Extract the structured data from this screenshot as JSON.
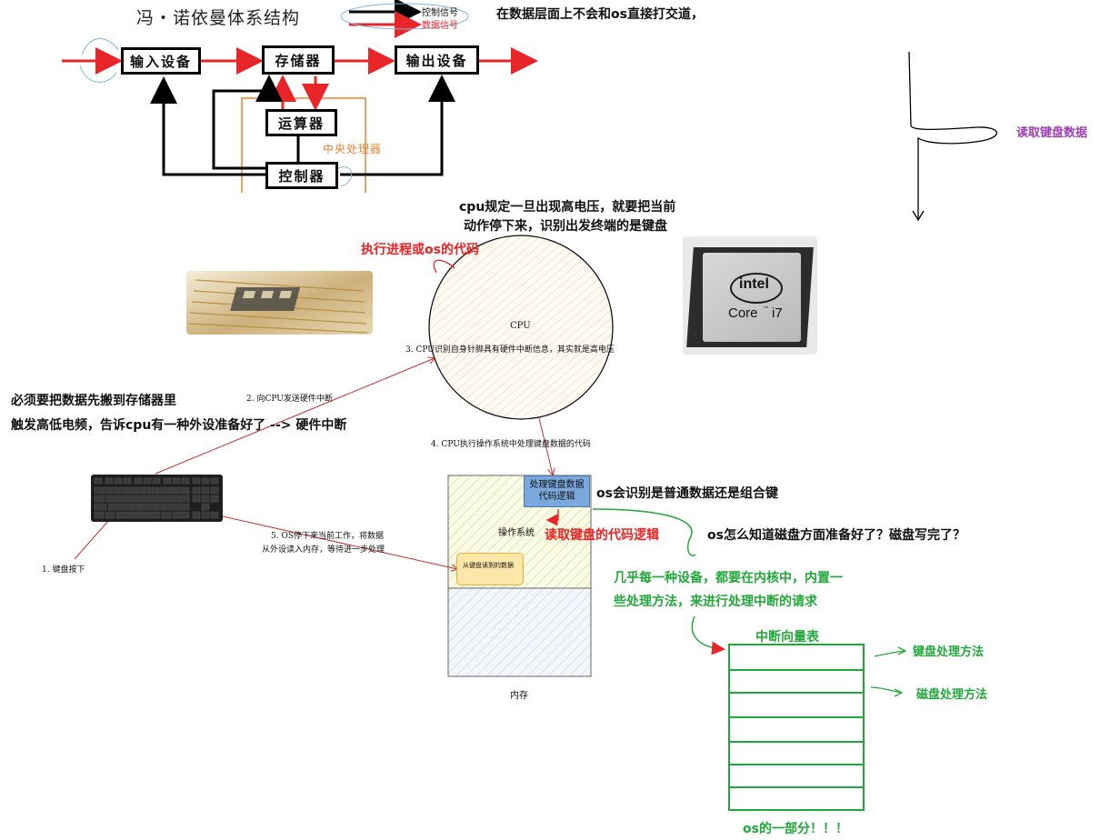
{
  "von_neumann": {
    "title": "冯・诺依曼体系结构",
    "legend_control": "控制信号",
    "legend_data": "数据信号",
    "input_device": "输入设备",
    "storage": "存储器",
    "output_device": "输出设备",
    "alu": "运算器",
    "controller": "控制器",
    "cpu_label": "中央处理器"
  },
  "notes": {
    "os_interaction": "在数据层面上不会和os直接打交道，",
    "read_keyboard": "读取键盘数据",
    "cpu_rule_line1": "cpu规定一旦出现高电压，就要把当前",
    "cpu_rule_line2": "动作停下来，识别出发终端的是键盘",
    "exec_process": "执行进程或os的代码",
    "must_move_line1": "必须要把数据先搬到存储器里",
    "must_move_line2": "触发高低电频，告诉cpu有一种外设准备好了 --> 硬件中断",
    "os_recognize": "os会识别是普通数据还是组合键",
    "disk_question": "os怎么知道磁盘方面准备好了？磁盘写完了？",
    "almost_every_line1": "几乎每一种设备，都要在内核中，内置一",
    "almost_every_line2": "些处理方法，来进行处理中断的请求",
    "os_part": "os的一部分！！！"
  },
  "cpu_diagram": {
    "cpu": "CPU",
    "step3": "3. CPU识别自身针脚具有硬件中断信息，其实就是高电压",
    "step2": "2. 向CPU发送硬件中断",
    "step4": "4. CPU执行操作系统中处理键盘数据的代码",
    "step5_line1": "5. OS停下来当前工作，将数据",
    "step5_line2": "从外设读入内存，等待进一步处理",
    "step1": "1. 键盘按下",
    "os_handler_line1": "处理键盘数据",
    "os_handler_line2": "代码逻辑",
    "os_label": "操作系统",
    "read_logic": "读取键盘的代码逻辑",
    "keyboard_data": "从键盘读到的数据",
    "memory": "内存"
  },
  "intel_chip": {
    "brand": "intel",
    "model": "Core",
    "tm": "™",
    "gen": "i7"
  },
  "interrupt_table": {
    "title": "中断向量表",
    "keyboard_method": "键盘处理方法",
    "disk_method": "磁盘处理方法"
  },
  "colors": {
    "red": "#e8262a",
    "green": "#22a83a",
    "purple": "#a040b8",
    "orange": "#f0a060",
    "black": "#000000"
  }
}
